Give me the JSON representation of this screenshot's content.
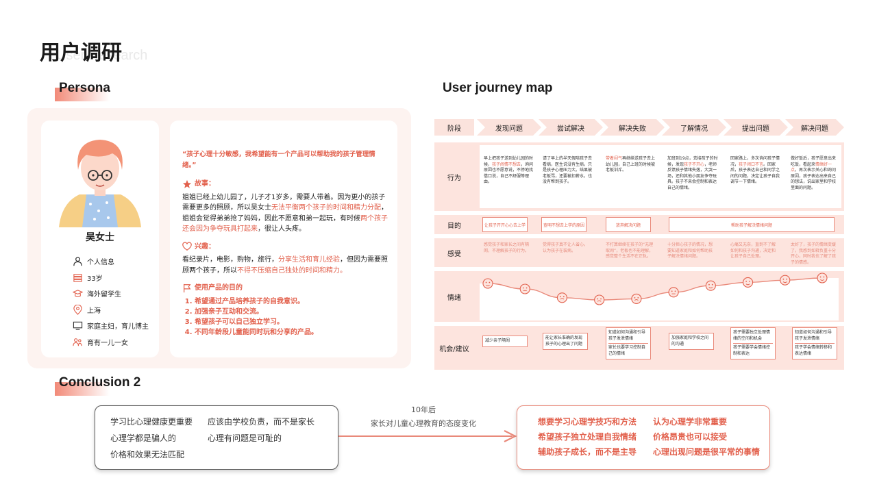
{
  "header": {
    "title": "用户调研",
    "subtitle": "User Research"
  },
  "sections": {
    "persona": "Persona",
    "journey": "User journey map",
    "conclusion": "Conclusion 2"
  },
  "colors": {
    "accent": "#e2604c",
    "panel": "#fdf3f0",
    "row": "#fde4de"
  },
  "persona": {
    "name": "吴女士",
    "info": [
      {
        "icon": "user-icon",
        "text": "个人信息"
      },
      {
        "icon": "stack-icon",
        "text": "33岁"
      },
      {
        "icon": "graduation-cap-icon",
        "text": "海外留学生"
      },
      {
        "icon": "location-pin-icon",
        "text": "上海"
      },
      {
        "icon": "monitor-icon",
        "text": "家庭主妇，育儿博主"
      },
      {
        "icon": "family-icon",
        "text": "育有一儿一女"
      }
    ],
    "quote": "“孩子心理十分敏感，我希望能有一个产品可以帮助我的孩子管理情绪。”",
    "story_title": "故事：",
    "story_1": "姐姐已经上幼儿园了，儿子才1岁多，需要人带着。因为更小的孩子需要更多的照顾，所以吴女士",
    "story_hl_1": "无法平衡两个孩子的时间和精力分配",
    "story_2": "，姐姐会觉得弟弟抢了妈妈，因此不愿意和弟一起玩，有时候",
    "story_hl_2": "两个孩子还会因为争夺玩具打起来",
    "story_3": "，很让人头疼。",
    "interest_title": "兴趣：",
    "interest_1": "看纪录片，电影，购物，旅行，",
    "interest_hl_1": "分享生活和育儿经验",
    "interest_2": "，但因为需要照顾两个孩子，所以",
    "interest_hl_2": "不得不压缩自己独处的时间和精力。",
    "goal_title": "使用产品的目的",
    "goals": [
      "希望通过产品培养孩子的自我意识。",
      "加强亲子互动和交流。",
      "希望孩子可以自己独立学习。",
      "不同年龄段儿童能同时玩和分享的产品。"
    ]
  },
  "journey": {
    "stage_label": "阶段",
    "stages": [
      "发现问题",
      "尝试解决",
      "解决失败",
      "了解情况",
      "提出问题",
      "解决问题"
    ],
    "row_labels": [
      "行为",
      "目的",
      "感受",
      "情绪",
      "机会/建议"
    ],
    "actions": [
      {
        "text": "早上把孩子送到幼儿园的时候，",
        "hl": "孩子闹情不想去",
        "rest": "，询问原因也不愿意说，不停地找借口说，自己不舒服等理由。"
      },
      {
        "text": "请了早上的半天假陪孩子去看病，医生说没有生病，只是孩子心理压力大。结果被老板骂，还要被扣薪水，也没有帮到孩子。",
        "hl": "",
        "rest": ""
      },
      {
        "text": "",
        "hl": "带着闷气",
        "rest": "再继续送孩子去上幼儿园，自己上班的时候被老板训斥。"
      },
      {
        "text": "加班到19点，去接孩子的时候，发现",
        "hl": "孩子不开心",
        "rest": "，老师反馈孩子情绪失落，大哭一场，还和其他小朋友争夺玩具。孩子不来会控制和表达自己的情绪。"
      },
      {
        "text": "回家路上，多次询问孩子情况，",
        "hl": "孩子闭口不言",
        "rest": "。回家后，孩子表达自己和同学之间的问题，决定让孩子自我调节一下情绪。"
      },
      {
        "text": "做好饭后，孩子愿意出来吃饭，看起来",
        "hl": "情绪好一点",
        "rest": "，再次表示关心和询问原因，孩子表达出来自己的想法，说出家里和学校里面的问题。"
      }
    ],
    "purposes": [
      "让孩子开开心心去上学",
      "查明不想去上学的原因",
      "放弃解决问题",
      "帮助孩子解决情绪问题"
    ],
    "feelings": [
      "感觉孩子和家长之间有隔阂，不理解孩子的行为。",
      "觉得孩子真不让人省心，认为孩子在装病。",
      "不打算继续在孩子的“无理取闹”，老板也不能理解，感觉整个生活不在正轨。",
      "十分担心孩子的情况，想要知道家庭和如何帮助孩子解决情绪问题。",
      "心痛又无奈，直到不了解如何和孩子沟通，决定和让孩子自己处理。",
      "太好了，孩子的情绪变缓了，我感到如释负重十分开心，同时我也了解了孩子的情感。"
    ],
    "emotion_levels": [
      0.75,
      0.5,
      0.1,
      0.0,
      0.05,
      0.35,
      0.65,
      0.8,
      0.9,
      1.0
    ],
    "opportunities": [
      [
        "减少亲子隔阂"
      ],
      [
        "能让家长准确的发现孩子的心理出了问题"
      ],
      [
        "知道如何沟通和引导孩子发泄情绪",
        "家长也要学习控制自己的情绪"
      ],
      [
        "加强家庭和学校之间的沟通"
      ],
      [
        "孩子需要独立处理情绪的空间和机会",
        "孩子需要学会情绪控制和表达"
      ],
      [
        "知道如何沟通和引导孩子发泄情绪",
        "孩子学会情绪转移和表达情绪"
      ]
    ]
  },
  "conclusion": {
    "before": [
      "学习比心理健康更重要",
      "应该由学校负责，而不是家长",
      "心理学都是骗人的",
      "心理有问题是可耻的",
      "价格和效果无法匹配"
    ],
    "arrow_top": "10年后",
    "arrow_bottom": "家长对儿童心理教育的态度变化",
    "after": [
      "想要学习心理学技巧和方法",
      "认为心理学非常重要",
      "希望孩子独立处理自我情绪",
      "价格昂贵也可以接受",
      "辅助孩子成长，而不是主导",
      "心理出现问题是很平常的事情"
    ]
  }
}
